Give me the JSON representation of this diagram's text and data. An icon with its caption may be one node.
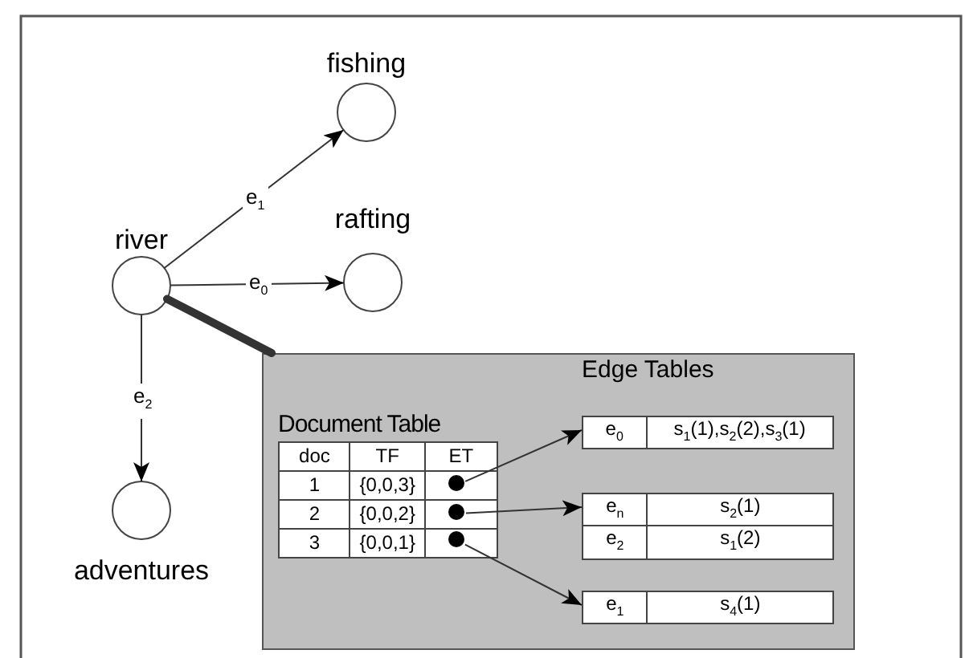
{
  "diagram": {
    "nodes": [
      {
        "text": [
          "river"
        ]
      },
      {
        "text": [
          "fishing"
        ]
      },
      {
        "text": [
          "rafting"
        ]
      },
      {
        "text": [
          "adventures"
        ]
      },
      {
        "text": [],
        "shape": "box"
      },
      {
        "text": [
          "Document Table",
          "doc",
          "TF",
          "ET",
          "1",
          "{0,0,3}",
          "2",
          "{0,0,2}",
          "3",
          "{0,0,1}"
        ],
        "in": 4
      },
      {
        "text": [],
        "shape": "circle",
        "in": 5
      },
      {
        "text": [],
        "shape": "circle",
        "in": 5
      },
      {
        "text": [],
        "shape": "circle",
        "in": 5
      },
      {
        "text": [
          "e$_{0}$",
          "s$_{1}$(1),s$_{2}$(2),s$_{3}$(1)"
        ],
        "in": 4
      },
      {
        "text": [
          "e$_{n}$",
          "s$_{2}$(1)",
          "e$_{2}$",
          "s$_{1}$(2)"
        ],
        "in": 4
      },
      {
        "text": [
          "e$_{1}$",
          "s$_{4}$(1)"
        ],
        "in": 4
      }
    ],
    "edges": [
      {
        "from": 0,
        "to": 1,
        "arrow": "to",
        "label": "e$_{1}$"
      },
      {
        "from": 0,
        "to": 2,
        "arrow": "to",
        "label": "e$_{0}$"
      },
      {
        "from": 0,
        "to": 3,
        "arrow": "to",
        "label": "e$_{2}$"
      },
      {
        "from": 0,
        "to": 4,
        "arrow": "none",
        "style": "thick"
      },
      {
        "from": 6,
        "to": 9,
        "arrow": "to"
      },
      {
        "from": 7,
        "to": 10,
        "arrow": "to"
      },
      {
        "from": 8,
        "to": 11,
        "arrow": "to"
      }
    ],
    "labels": [
      "Edge Tables"
    ]
  }
}
